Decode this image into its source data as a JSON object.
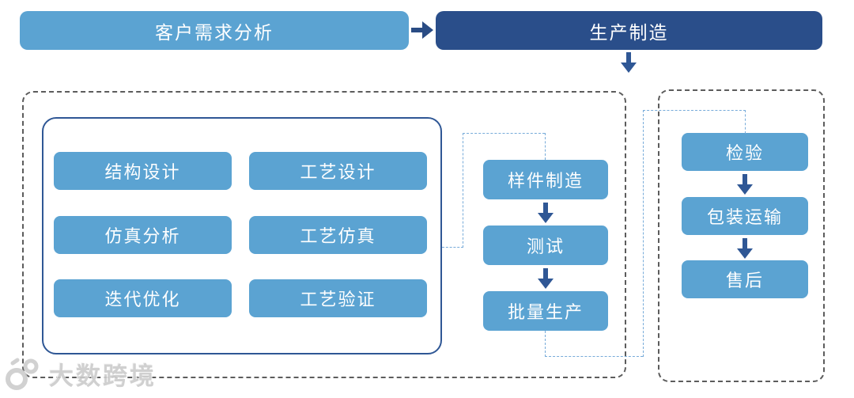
{
  "colors": {
    "box_light_blue": "#5BA3D2",
    "header_dark_blue": "#2A4E8A",
    "arrow_navy": "#2F5795",
    "frame_border_navy": "#2F5795",
    "phase_dash_gray": "#5c5c5c",
    "connector_dash_blue": "#77ABD9",
    "watermark_gray": "#cbcbcb",
    "background": "#ffffff",
    "box_text": "#ffffff"
  },
  "icons": {
    "flow_arrow_right": "right-arrow shape (stem + triangle)",
    "flow_arrow_down": "down-arrow shape (stem + triangle)",
    "watermark_logo": "stylized '100' rings logo"
  },
  "headers": [
    {
      "label": "客户需求分析"
    },
    {
      "label": "生产制造"
    }
  ],
  "design": {
    "items": [
      {
        "label": "结构设计"
      },
      {
        "label": "工艺设计"
      },
      {
        "label": "仿真分析"
      },
      {
        "label": "工艺仿真"
      },
      {
        "label": "迭代优化"
      },
      {
        "label": "工艺验证"
      }
    ]
  },
  "production": {
    "items": [
      {
        "label": "样件制造"
      },
      {
        "label": "测试"
      },
      {
        "label": "批量生产"
      }
    ]
  },
  "delivery": {
    "items": [
      {
        "label": "检验"
      },
      {
        "label": "包装运输"
      },
      {
        "label": "售后"
      }
    ]
  },
  "watermark": {
    "text": "大数跨境"
  }
}
